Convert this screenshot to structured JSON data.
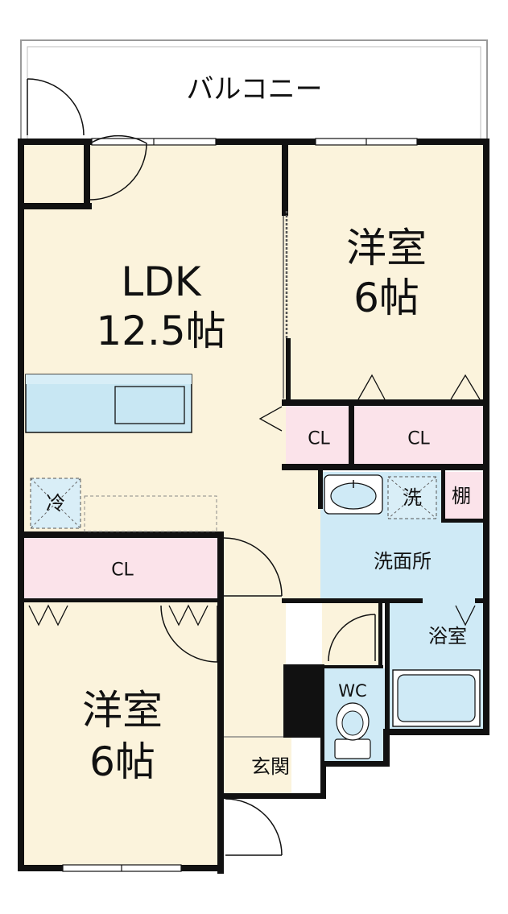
{
  "floor_plan": {
    "balcony": {
      "label": "バルコニー"
    },
    "ldk": {
      "name": "LDK",
      "size": "12.5帖"
    },
    "bedroom_upper": {
      "name": "洋室",
      "size": "6帖"
    },
    "bedroom_lower": {
      "name": "洋室",
      "size": "6帖"
    },
    "closets": {
      "upper_left": "CL",
      "upper_right": "CL",
      "lower": "CL"
    },
    "fridge": "冷",
    "washer": "洗",
    "shelf": "棚",
    "washroom": "洗面所",
    "bathroom": "浴室",
    "toilet": "WC",
    "entrance": "玄関"
  },
  "colors": {
    "floor_wood": "#fbf3dc",
    "water_area": "#cfeaf6",
    "closet": "#fbe3ea",
    "kitchen_counter": "#c8e7f3",
    "wall": "#111111"
  }
}
